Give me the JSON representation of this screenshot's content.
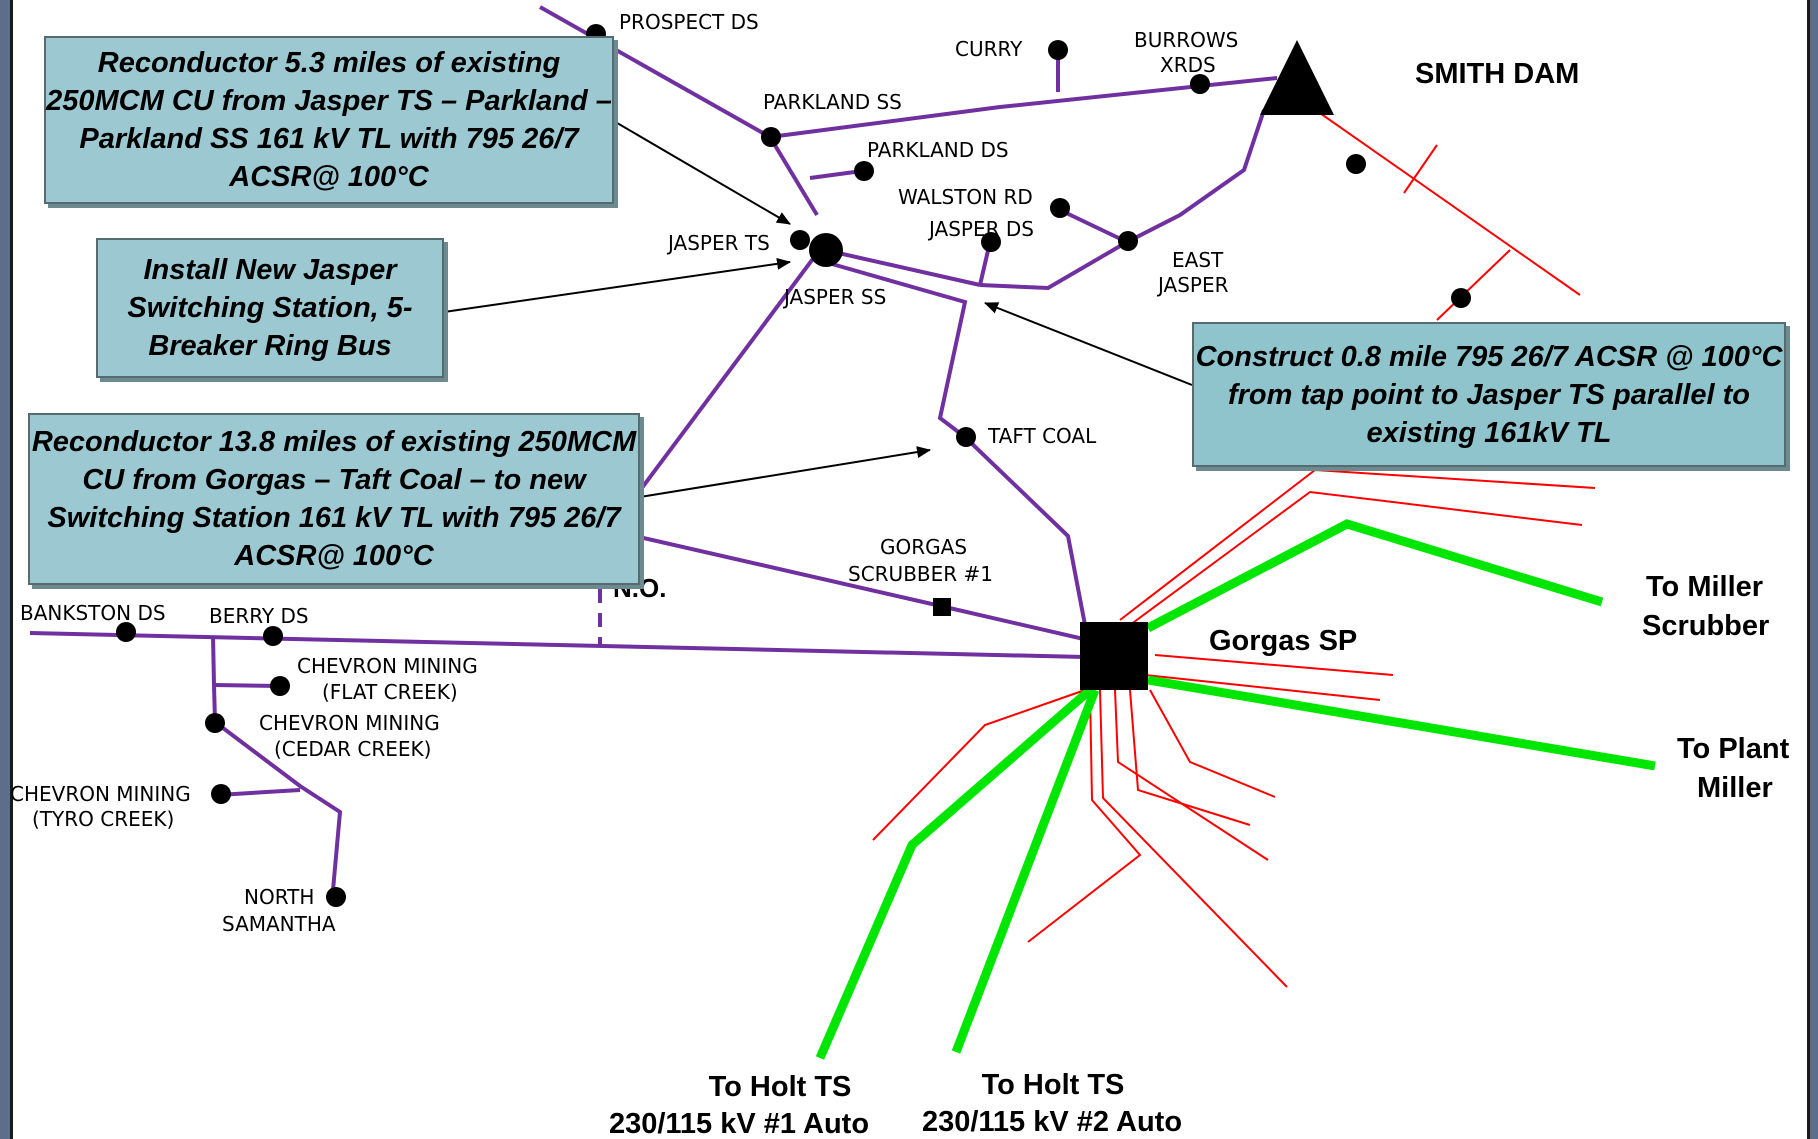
{
  "title": "SMITH DAM",
  "plant": "Gorgas SP",
  "normally_open": "N.O.",
  "notes": {
    "reconductor_jasper": "Reconductor  5.3 miles of existing 250MCM CU from Jasper TS  – Parkland – Parkland SS 161 kV TL with 795 26/7 ACSR@ 100°C",
    "install_switching": "Install New Jasper Switching Station, 5-Breaker Ring Bus",
    "reconductor_gorgas": "Reconductor  13.8 miles of existing 250MCM CU from Gorgas  – Taft Coal – to new Switching Station 161 kV TL with 795 26/7 ACSR@ 100°C",
    "construct": "Construct 0.8 mile 795 26/7 ACSR @ 100°C from tap point to Jasper TS parallel to existing 161kV TL"
  },
  "stations": {
    "prospect_ds": "PROSPECT DS",
    "curry": "CURRY",
    "burrows_1": "BURROWS",
    "burrows_2": "XRDS",
    "parkland_ss": "PARKLAND SS",
    "parkland_ds": "PARKLAND DS",
    "walston_rd": "WALSTON RD",
    "jasper_ds": "JASPER DS",
    "jasper_ts": "JASPER TS",
    "jasper_ss": "JASPER SS",
    "east_jasper_1": "EAST",
    "east_jasper_2": "JASPER",
    "taft_coal": "TAFT COAL",
    "gorgas_scrubber_1": "GORGAS",
    "gorgas_scrubber_2": "SCRUBBER #1",
    "bankston_ds": "BANKSTON DS",
    "berry_ds": "BERRY DS",
    "chevron_flat_1": "CHEVRON MINING",
    "chevron_flat_2": "(FLAT CREEK)",
    "chevron_cedar_1": "CHEVRON MINING",
    "chevron_cedar_2": "(CEDAR CREEK)",
    "chevron_tyro_1": "CHEVRON MINING",
    "chevron_tyro_2": "(TYRO CREEK)",
    "north_samantha_1": "NORTH",
    "north_samantha_2": "SAMANTHA"
  },
  "destinations": {
    "miller_scrubber_1": "To Miller",
    "miller_scrubber_2": "Scrubber",
    "plant_miller_1": "To Plant",
    "plant_miller_2": "Miller",
    "holt1_1": "To Holt TS",
    "holt1_2": "230/115 kV #1 Auto",
    "holt2_1": "To Holt TS",
    "holt2_2": "230/115 kV #2 Auto"
  },
  "colors": {
    "line_161kv": "#7030a0",
    "line_red": "#ff0000",
    "line_green": "#00e600",
    "note_fill": "#9cc9d1"
  }
}
